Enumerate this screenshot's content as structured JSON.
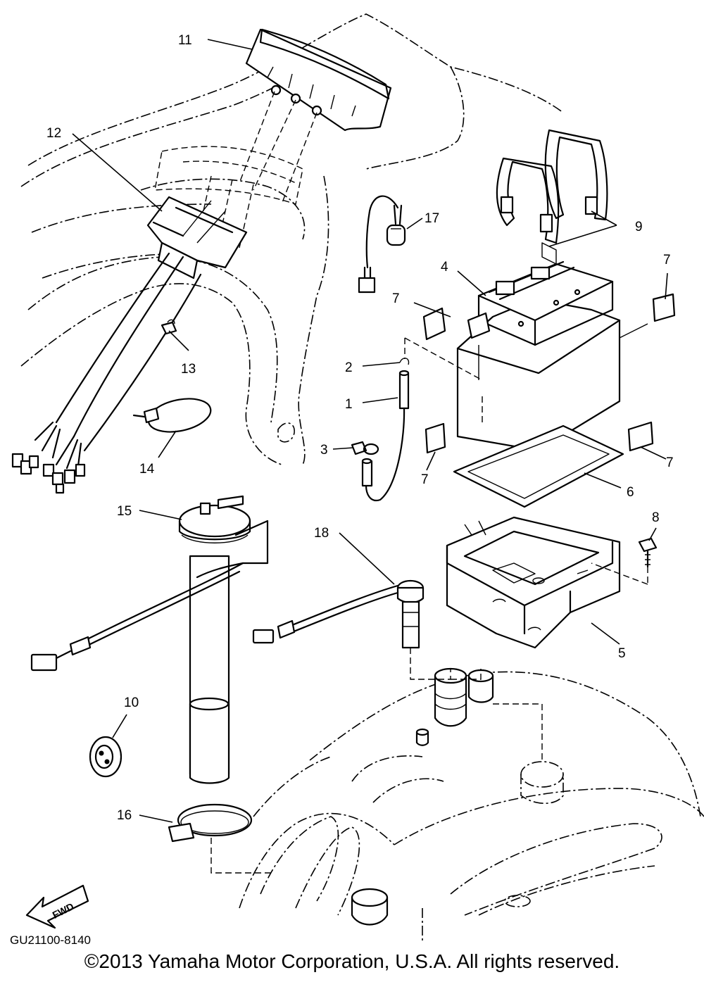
{
  "callouts": {
    "c1": "1",
    "c2": "2",
    "c3": "3",
    "c4": "4",
    "c5": "5",
    "c6": "6",
    "c7a": "7",
    "c7b": "7",
    "c7c": "7",
    "c7d": "7",
    "c8": "8",
    "c9": "9",
    "c10": "10",
    "c11": "11",
    "c12": "12",
    "c13": "13",
    "c14": "14",
    "c15": "15",
    "c16": "16",
    "c17": "17",
    "c18": "18"
  },
  "fwd_label": "FWD",
  "diagram_code": "GU21100-8140",
  "copyright": "©2013 Yamaha Motor Corporation, U.S.A. All rights reserved."
}
